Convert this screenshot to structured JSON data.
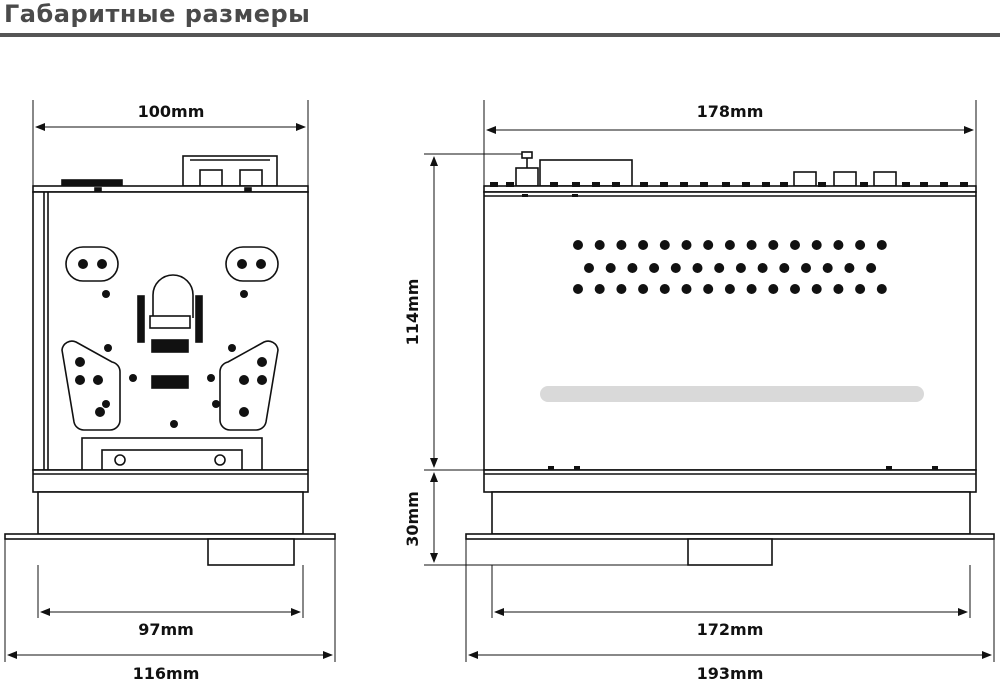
{
  "header": {
    "title": "Габаритные размеры"
  },
  "dimensions": {
    "front_width_top": "100mm",
    "front_width_base": "97mm",
    "front_width_total": "116mm",
    "side_length_top": "178mm",
    "side_height_body": "114mm",
    "side_height_base": "30mm",
    "side_length_base": "172mm",
    "side_length_total": "193mm"
  },
  "colors": {
    "title_text": "#4a4a4a",
    "rule": "#555555",
    "line": "#111111",
    "slot": "#d9d9d9"
  }
}
